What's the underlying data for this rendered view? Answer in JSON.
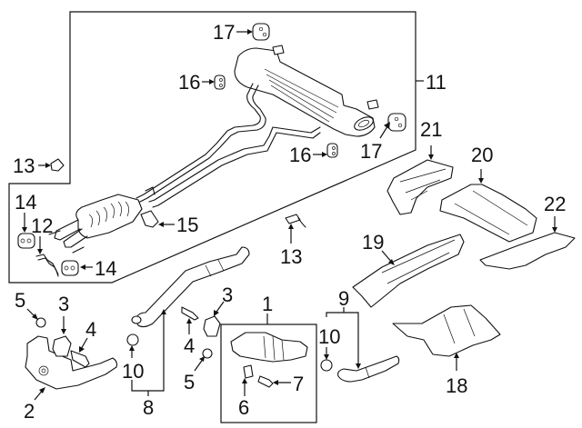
{
  "diagram": {
    "title": "Exhaust system components",
    "callouts": [
      {
        "id": "c1",
        "label": "1"
      },
      {
        "id": "c2",
        "label": "2"
      },
      {
        "id": "c3a",
        "label": "3"
      },
      {
        "id": "c3b",
        "label": "3"
      },
      {
        "id": "c4a",
        "label": "4"
      },
      {
        "id": "c4b",
        "label": "4"
      },
      {
        "id": "c5a",
        "label": "5"
      },
      {
        "id": "c5b",
        "label": "5"
      },
      {
        "id": "c6",
        "label": "6"
      },
      {
        "id": "c7",
        "label": "7"
      },
      {
        "id": "c8",
        "label": "8"
      },
      {
        "id": "c9",
        "label": "9"
      },
      {
        "id": "c10a",
        "label": "10"
      },
      {
        "id": "c10b",
        "label": "10"
      },
      {
        "id": "c11",
        "label": "11"
      },
      {
        "id": "c12",
        "label": "12"
      },
      {
        "id": "c13a",
        "label": "13"
      },
      {
        "id": "c13b",
        "label": "13"
      },
      {
        "id": "c14a",
        "label": "14"
      },
      {
        "id": "c14b",
        "label": "14"
      },
      {
        "id": "c15",
        "label": "15"
      },
      {
        "id": "c16a",
        "label": "16"
      },
      {
        "id": "c16b",
        "label": "16"
      },
      {
        "id": "c17a",
        "label": "17"
      },
      {
        "id": "c17b",
        "label": "17"
      },
      {
        "id": "c18",
        "label": "18"
      },
      {
        "id": "c19",
        "label": "19"
      },
      {
        "id": "c20",
        "label": "20"
      },
      {
        "id": "c21",
        "label": "21"
      },
      {
        "id": "c22",
        "label": "22"
      }
    ]
  }
}
